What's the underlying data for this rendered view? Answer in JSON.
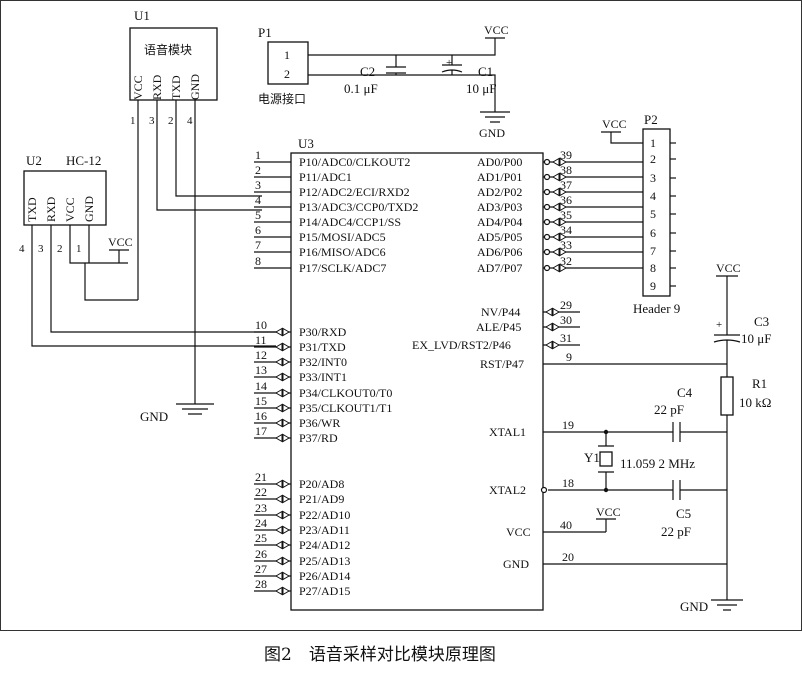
{
  "u1": {
    "ref": "U1",
    "name": "语音模块",
    "pins": [
      "VCC",
      "RXD",
      "TXD",
      "GND"
    ],
    "pin_numbers": [
      "1",
      "3",
      "2",
      "4"
    ]
  },
  "p1": {
    "ref": "P1",
    "pins": [
      "1",
      "2"
    ],
    "label": "电源接口",
    "c2_ref": "C2",
    "c2_value": "0.1 μF",
    "c1_ref": "C1",
    "c1_value": "10 μF",
    "vcc": "VCC",
    "gnd": "GND"
  },
  "u2": {
    "ref": "U2",
    "name": "HC-12",
    "pins": [
      "TXD",
      "RXD",
      "VCC",
      "GND"
    ],
    "pin_numbers": [
      "4",
      "3",
      "2",
      "1"
    ],
    "vcc": "VCC"
  },
  "u3": {
    "ref": "U3",
    "left_pins": [
      {
        "num": "1",
        "name": "P10/ADC0/CLKOUT2"
      },
      {
        "num": "2",
        "name": "P11/ADC1"
      },
      {
        "num": "3",
        "name": "P12/ADC2/ECI/RXD2"
      },
      {
        "num": "4",
        "name": "P13/ADC3/CCP0/TXD2"
      },
      {
        "num": "5",
        "name": "P14/ADC4/CCP1/SS"
      },
      {
        "num": "6",
        "name": "P15/MOSI/ADC5"
      },
      {
        "num": "7",
        "name": "P16/MISO/ADC6"
      },
      {
        "num": "8",
        "name": "P17/SCLK/ADC7"
      },
      {
        "num": "10",
        "name": "P30/RXD"
      },
      {
        "num": "11",
        "name": "P31/TXD"
      },
      {
        "num": "12",
        "name": "P32/INT0"
      },
      {
        "num": "13",
        "name": "P33/INT1"
      },
      {
        "num": "14",
        "name": "P34/CLKOUT0/T0"
      },
      {
        "num": "15",
        "name": "P35/CLKOUT1/T1"
      },
      {
        "num": "16",
        "name": "P36/WR"
      },
      {
        "num": "17",
        "name": "P37/RD"
      },
      {
        "num": "21",
        "name": "P20/AD8"
      },
      {
        "num": "22",
        "name": "P21/AD9"
      },
      {
        "num": "23",
        "name": "P22/AD10"
      },
      {
        "num": "24",
        "name": "P23/AD11"
      },
      {
        "num": "25",
        "name": "P24/AD12"
      },
      {
        "num": "26",
        "name": "P25/AD13"
      },
      {
        "num": "27",
        "name": "P26/AD14"
      },
      {
        "num": "28",
        "name": "P27/AD15"
      }
    ],
    "right_pins": [
      {
        "num": "39",
        "name": "AD0/P00"
      },
      {
        "num": "38",
        "name": "AD1/P01"
      },
      {
        "num": "37",
        "name": "AD2/P02"
      },
      {
        "num": "36",
        "name": "AD3/P03"
      },
      {
        "num": "35",
        "name": "AD4/P04"
      },
      {
        "num": "34",
        "name": "AD5/P05"
      },
      {
        "num": "33",
        "name": "AD6/P06"
      },
      {
        "num": "32",
        "name": "AD7/P07"
      },
      {
        "num": "29",
        "name": "NV/P44"
      },
      {
        "num": "30",
        "name": "ALE/P45"
      },
      {
        "num": "31",
        "name": "EX_LVD/RST2/P46"
      },
      {
        "num": "9",
        "name": "RST/P47"
      },
      {
        "num": "19",
        "name": "XTAL1"
      },
      {
        "num": "18",
        "name": "XTAL2"
      },
      {
        "num": "40",
        "name": "VCC"
      },
      {
        "num": "20",
        "name": "GND"
      }
    ],
    "vcc": "VCC"
  },
  "p2": {
    "ref": "P2",
    "pins": [
      "1",
      "2",
      "3",
      "4",
      "5",
      "6",
      "7",
      "8",
      "9"
    ],
    "label": "Header 9",
    "vcc": "VCC"
  },
  "reset": {
    "vcc": "VCC",
    "c3_ref": "C3",
    "c3_value": "10 μF",
    "r1_ref": "R1",
    "r1_value": "10 kΩ"
  },
  "crystal": {
    "c4_ref": "C4",
    "c4_value": "22 pF",
    "y1_ref": "Y1",
    "y1_value": "11.059 2 MHz",
    "c5_ref": "C5",
    "c5_value": "22 pF"
  },
  "gnd_left": "GND",
  "gnd_right": "GND",
  "caption": "图2　语音采样对比模块原理图"
}
